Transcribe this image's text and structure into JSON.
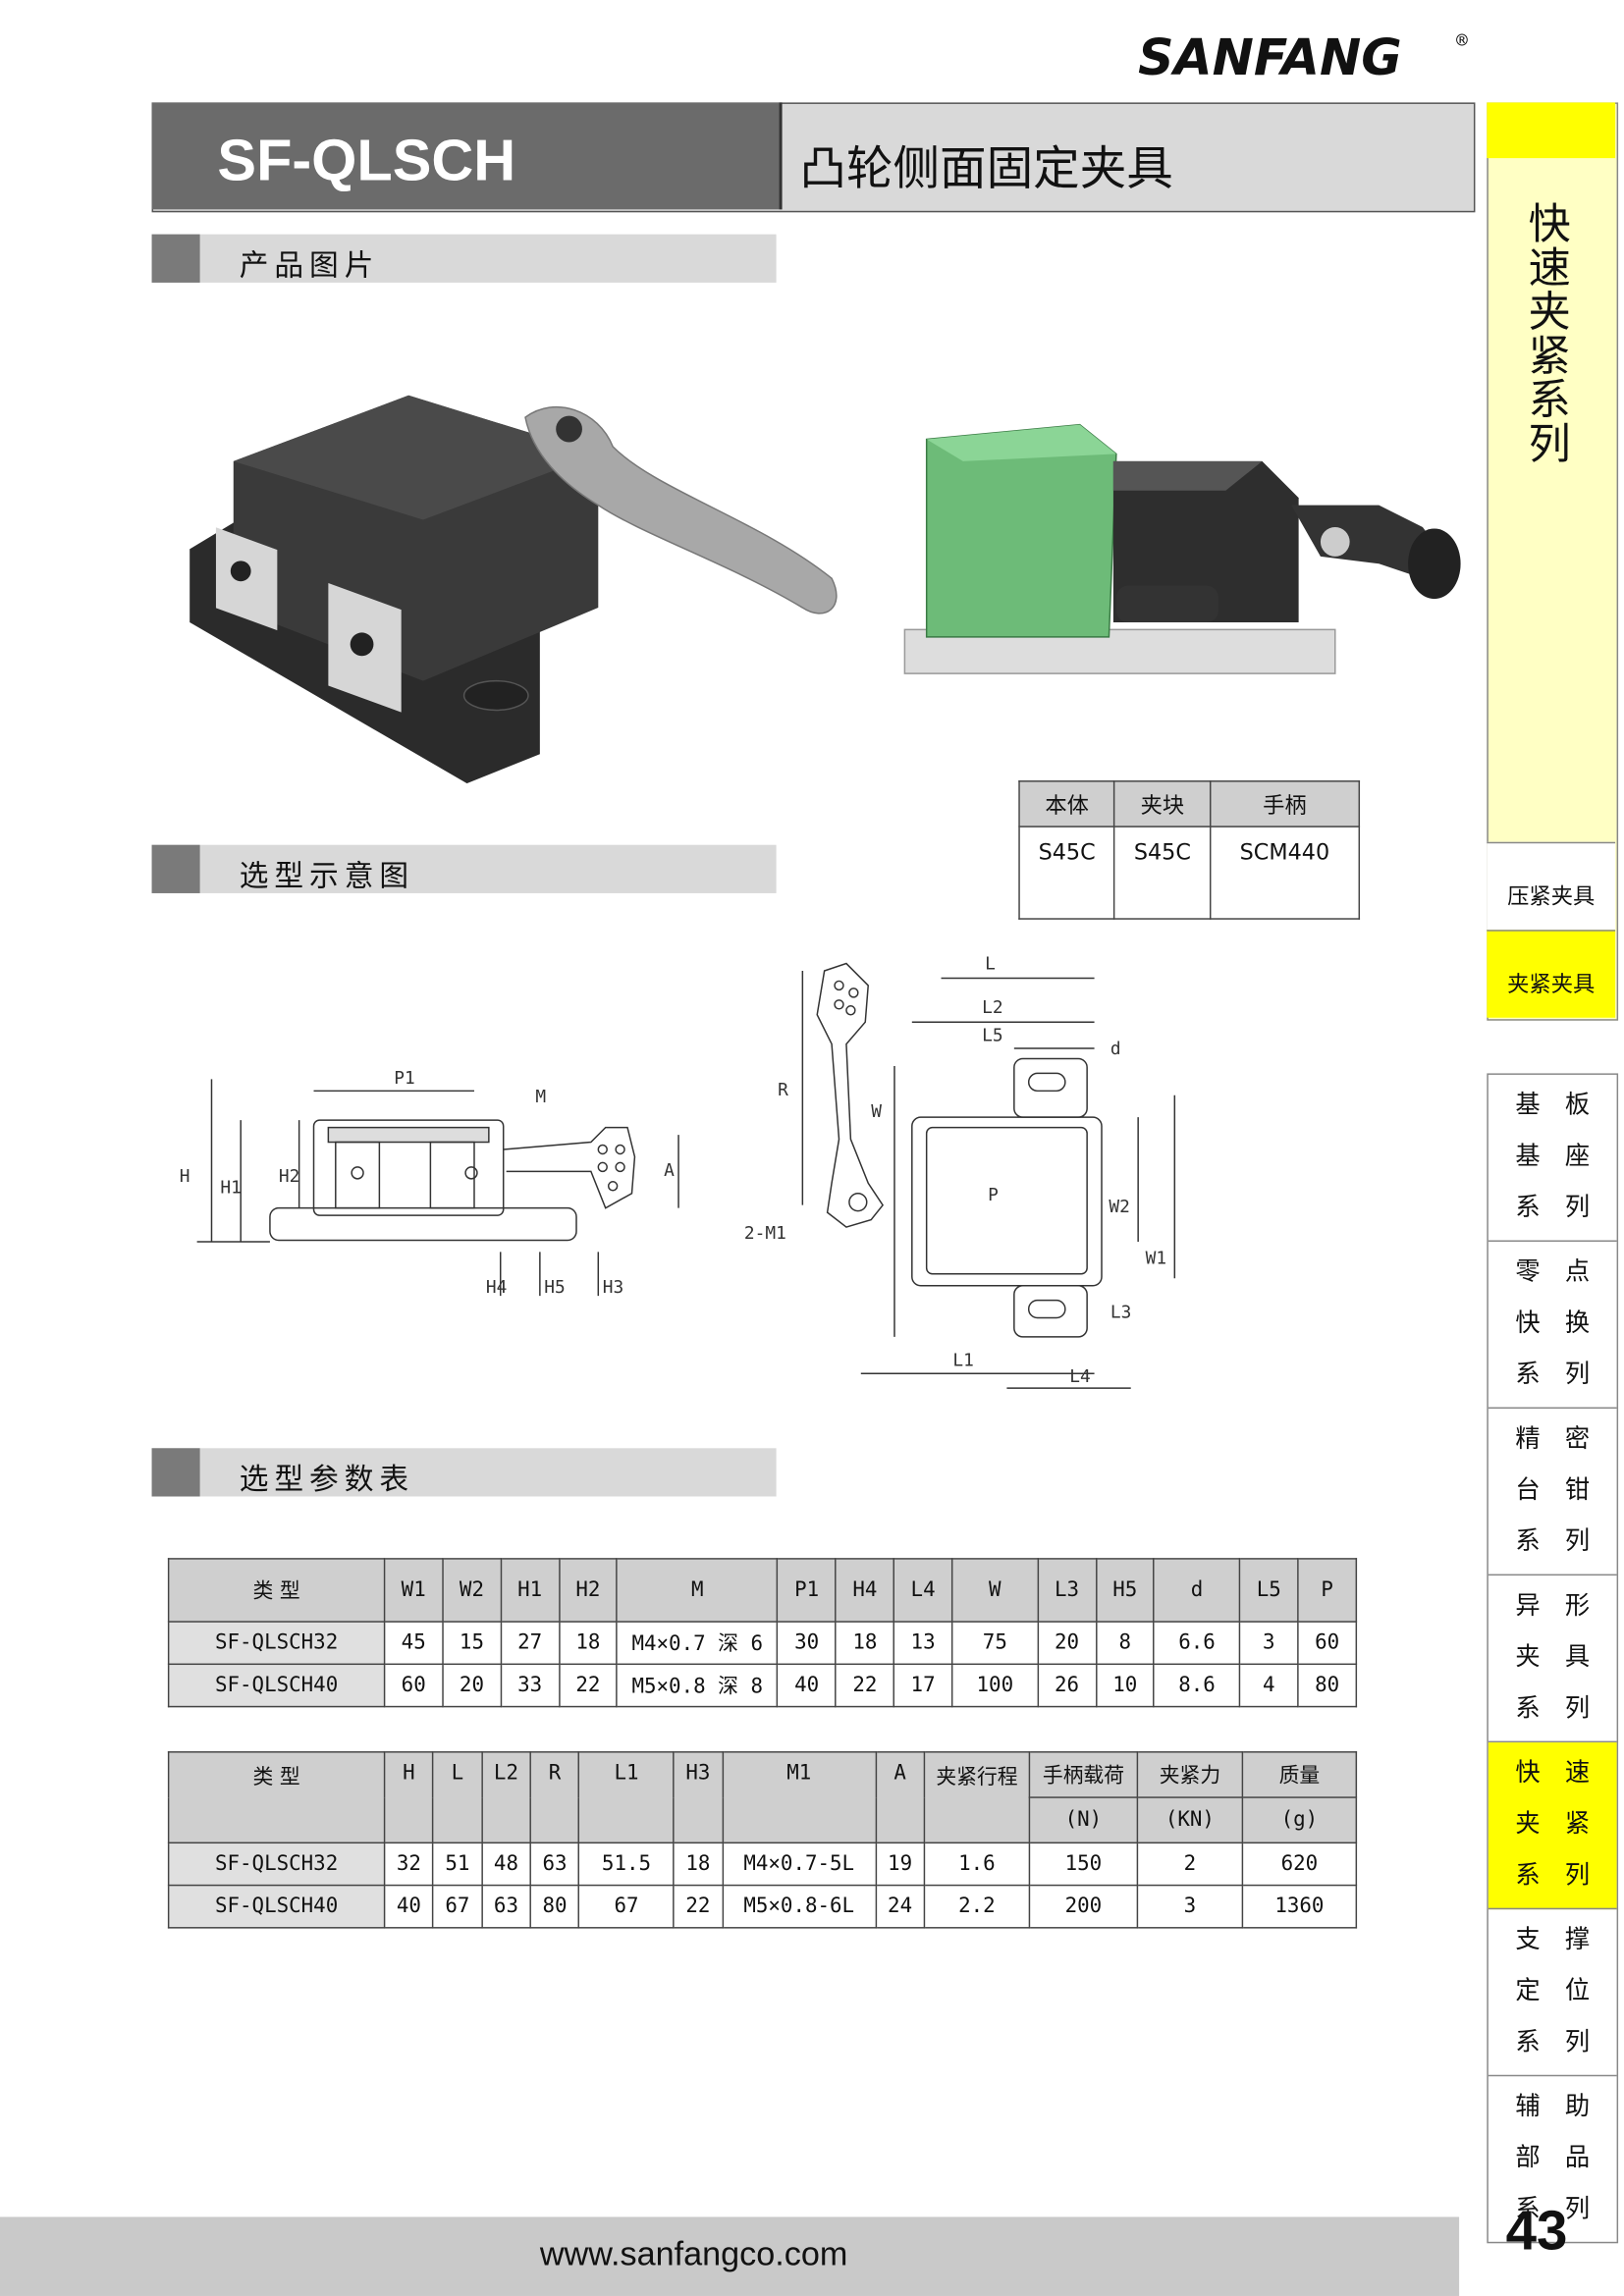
{
  "brand": "SANFANG",
  "brand_mark": "®",
  "title": {
    "code": "SF-QLSCH",
    "name": "凸轮侧面固定夹具"
  },
  "sections": {
    "photos": "产品图片",
    "diagram": "选型示意图",
    "params": "选型参数表"
  },
  "materials": {
    "headers": [
      "本体",
      "夹块",
      "手柄"
    ],
    "values": [
      "S45C",
      "S45C",
      "SCM440"
    ]
  },
  "diagram_labels": {
    "front": [
      "P1",
      "M",
      "H",
      "H1",
      "H2",
      "A",
      "H4",
      "H5",
      "H3"
    ],
    "top": [
      "L",
      "L2",
      "L5",
      "d",
      "R",
      "W",
      "P",
      "W2",
      "W1",
      "2-M1",
      "L3",
      "L1",
      "L4"
    ]
  },
  "table1": {
    "headers": [
      "类 型",
      "W1",
      "W2",
      "H1",
      "H2",
      "M",
      "P1",
      "H4",
      "L4",
      "W",
      "L3",
      "H5",
      "d",
      "L5",
      "P"
    ],
    "rows": [
      [
        "SF-QLSCH32",
        "45",
        "15",
        "27",
        "18",
        "M4×0.7 深 6",
        "30",
        "18",
        "13",
        "75",
        "20",
        "8",
        "6.6",
        "3",
        "60"
      ],
      [
        "SF-QLSCH40",
        "60",
        "20",
        "33",
        "22",
        "M5×0.8 深 8",
        "40",
        "22",
        "17",
        "100",
        "26",
        "10",
        "8.6",
        "4",
        "80"
      ]
    ]
  },
  "table2": {
    "headers": [
      "类 型",
      "H",
      "L",
      "L2",
      "R",
      "L1",
      "H3",
      "M1",
      "A",
      "夹紧行程",
      "手柄载荷",
      "夹紧力",
      "质量"
    ],
    "units": [
      "",
      "",
      "",
      "",
      "",
      "",
      "",
      "",
      "",
      "",
      "(N)",
      "(KN)",
      "(g)"
    ],
    "rows": [
      [
        "SF-QLSCH32",
        "32",
        "51",
        "48",
        "63",
        "51.5",
        "18",
        "M4×0.7-5L",
        "19",
        "1.6",
        "150",
        "2",
        "620"
      ],
      [
        "SF-QLSCH40",
        "40",
        "67",
        "63",
        "80",
        "67",
        "22",
        "M5×0.8-6L",
        "24",
        "2.2",
        "200",
        "3",
        "1360"
      ]
    ]
  },
  "sidebar": {
    "title": "快速夹紧系列",
    "categories": [
      {
        "label": "压紧夹具",
        "active": false
      },
      {
        "label": "夹紧夹具",
        "active": true
      }
    ],
    "nav": [
      {
        "rows": [
          [
            "基",
            "板"
          ],
          [
            "基",
            "座"
          ],
          [
            "系",
            "列"
          ]
        ],
        "active": false
      },
      {
        "rows": [
          [
            "零",
            "点"
          ],
          [
            "快",
            "换"
          ],
          [
            "系",
            "列"
          ]
        ],
        "active": false
      },
      {
        "rows": [
          [
            "精",
            "密"
          ],
          [
            "台",
            "钳"
          ],
          [
            "系",
            "列"
          ]
        ],
        "active": false
      },
      {
        "rows": [
          [
            "异",
            "形"
          ],
          [
            "夹",
            "具"
          ],
          [
            "系",
            "列"
          ]
        ],
        "active": false
      },
      {
        "rows": [
          [
            "快",
            "速"
          ],
          [
            "夹",
            "紧"
          ],
          [
            "系",
            "列"
          ]
        ],
        "active": true
      },
      {
        "rows": [
          [
            "支",
            "撑"
          ],
          [
            "定",
            "位"
          ],
          [
            "系",
            "列"
          ]
        ],
        "active": false
      },
      {
        "rows": [
          [
            "辅",
            "助"
          ],
          [
            "部",
            "品"
          ],
          [
            "系",
            "列"
          ]
        ],
        "active": false
      }
    ]
  },
  "footer": {
    "url": "www.sanfangco.com",
    "page": "43"
  },
  "colors": {
    "accent_yellow": "#ffff00",
    "pale_yellow": "#ffffc4",
    "header_gray": "#6b6b6b",
    "section_gray": "#d9d9d9"
  }
}
